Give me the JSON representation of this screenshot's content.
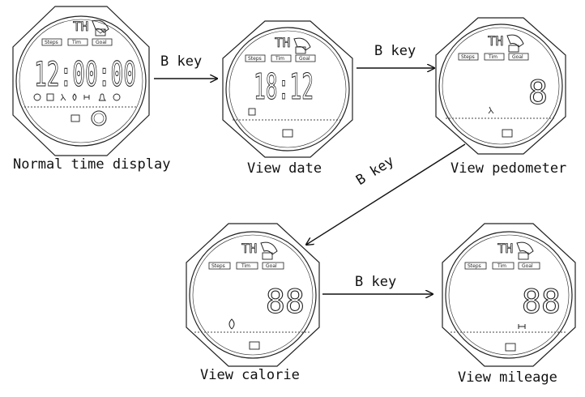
{
  "watch_labels": {
    "tab_1": "Steps",
    "tab_2": "Tim",
    "tab_3": "Goal",
    "large_time": "12:00:00",
    "date_digits": "18:12",
    "pedometer_digit": "8",
    "calorie_digits": "88",
    "mileage_digits": "88"
  },
  "captions": {
    "normal": "Normal time display",
    "date": "View date",
    "pedometer": "View pedometer",
    "calorie": "View calorie",
    "mileage": "View mileage"
  },
  "arrows": {
    "normal_to_date": "B key",
    "date_to_pedometer": "B key",
    "pedometer_to_calorie": "B key",
    "calorie_to_mileage": "B key"
  }
}
